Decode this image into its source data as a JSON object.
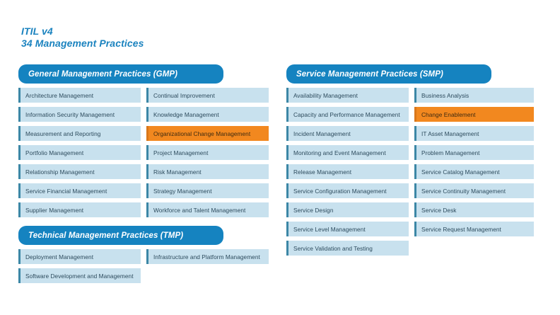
{
  "title": {
    "line1": "ITIL v4",
    "line2": "34 Management Practices"
  },
  "colors": {
    "header_blue": "#1583c0",
    "title_blue": "#1b83bf",
    "cell_bg": "#c8e1ee",
    "cell_border": "#3c87a6",
    "cell_text": "#2c4a5c",
    "highlight_orange": "#f2881f",
    "page_bg": "#ffffff"
  },
  "sections": [
    {
      "id": "gmp",
      "header": "General Management Practices (GMP)",
      "columns": [
        {
          "items": [
            {
              "label": "Architecture Management",
              "highlighted": false
            },
            {
              "label": "Information Security Management",
              "highlighted": false
            },
            {
              "label": "Measurement and Reporting",
              "highlighted": false
            },
            {
              "label": "Portfolio Management",
              "highlighted": false
            },
            {
              "label": "Relationship Management",
              "highlighted": false
            },
            {
              "label": "Service Financial Management",
              "highlighted": false
            },
            {
              "label": "Supplier Management",
              "highlighted": false
            }
          ]
        },
        {
          "items": [
            {
              "label": "Continual Improvement",
              "highlighted": false
            },
            {
              "label": "Knowledge Management",
              "highlighted": false
            },
            {
              "label": "Organizational Change Management",
              "highlighted": true
            },
            {
              "label": "Project Management",
              "highlighted": false
            },
            {
              "label": "Risk Management",
              "highlighted": false
            },
            {
              "label": "Strategy Management",
              "highlighted": false
            },
            {
              "label": "Workforce and Talent Management",
              "highlighted": false
            }
          ]
        }
      ]
    },
    {
      "id": "smp",
      "header": "Service Management Practices (SMP)",
      "columns": [
        {
          "items": [
            {
              "label": "Availability Management",
              "highlighted": false
            },
            {
              "label": "Capacity and Performance Management",
              "highlighted": false
            },
            {
              "label": "Incident Management",
              "highlighted": false
            },
            {
              "label": "Monitoring and Event Management",
              "highlighted": false
            },
            {
              "label": "Release Management",
              "highlighted": false
            },
            {
              "label": "Service Configuration Management",
              "highlighted": false
            },
            {
              "label": "Service Design",
              "highlighted": false
            },
            {
              "label": "Service Level Management",
              "highlighted": false
            },
            {
              "label": "Service Validation and Testing",
              "highlighted": false
            }
          ]
        },
        {
          "items": [
            {
              "label": "Business Analysis",
              "highlighted": false
            },
            {
              "label": "Change Enablement",
              "highlighted": true
            },
            {
              "label": "IT Asset Management",
              "highlighted": false
            },
            {
              "label": "Problem Management",
              "highlighted": false
            },
            {
              "label": "Service Catalog Management",
              "highlighted": false
            },
            {
              "label": "Service Continuity Management",
              "highlighted": false
            },
            {
              "label": "Service Desk",
              "highlighted": false
            },
            {
              "label": "Service Request Management",
              "highlighted": false
            }
          ]
        }
      ]
    },
    {
      "id": "tmp",
      "header": "Technical Management Practices (TMP)",
      "columns": [
        {
          "items": [
            {
              "label": "Deployment Management",
              "highlighted": false
            },
            {
              "label": "Software Development and Management",
              "highlighted": false
            }
          ]
        },
        {
          "items": [
            {
              "label": "Infrastructure and Platform Management",
              "highlighted": false
            }
          ]
        }
      ]
    }
  ]
}
